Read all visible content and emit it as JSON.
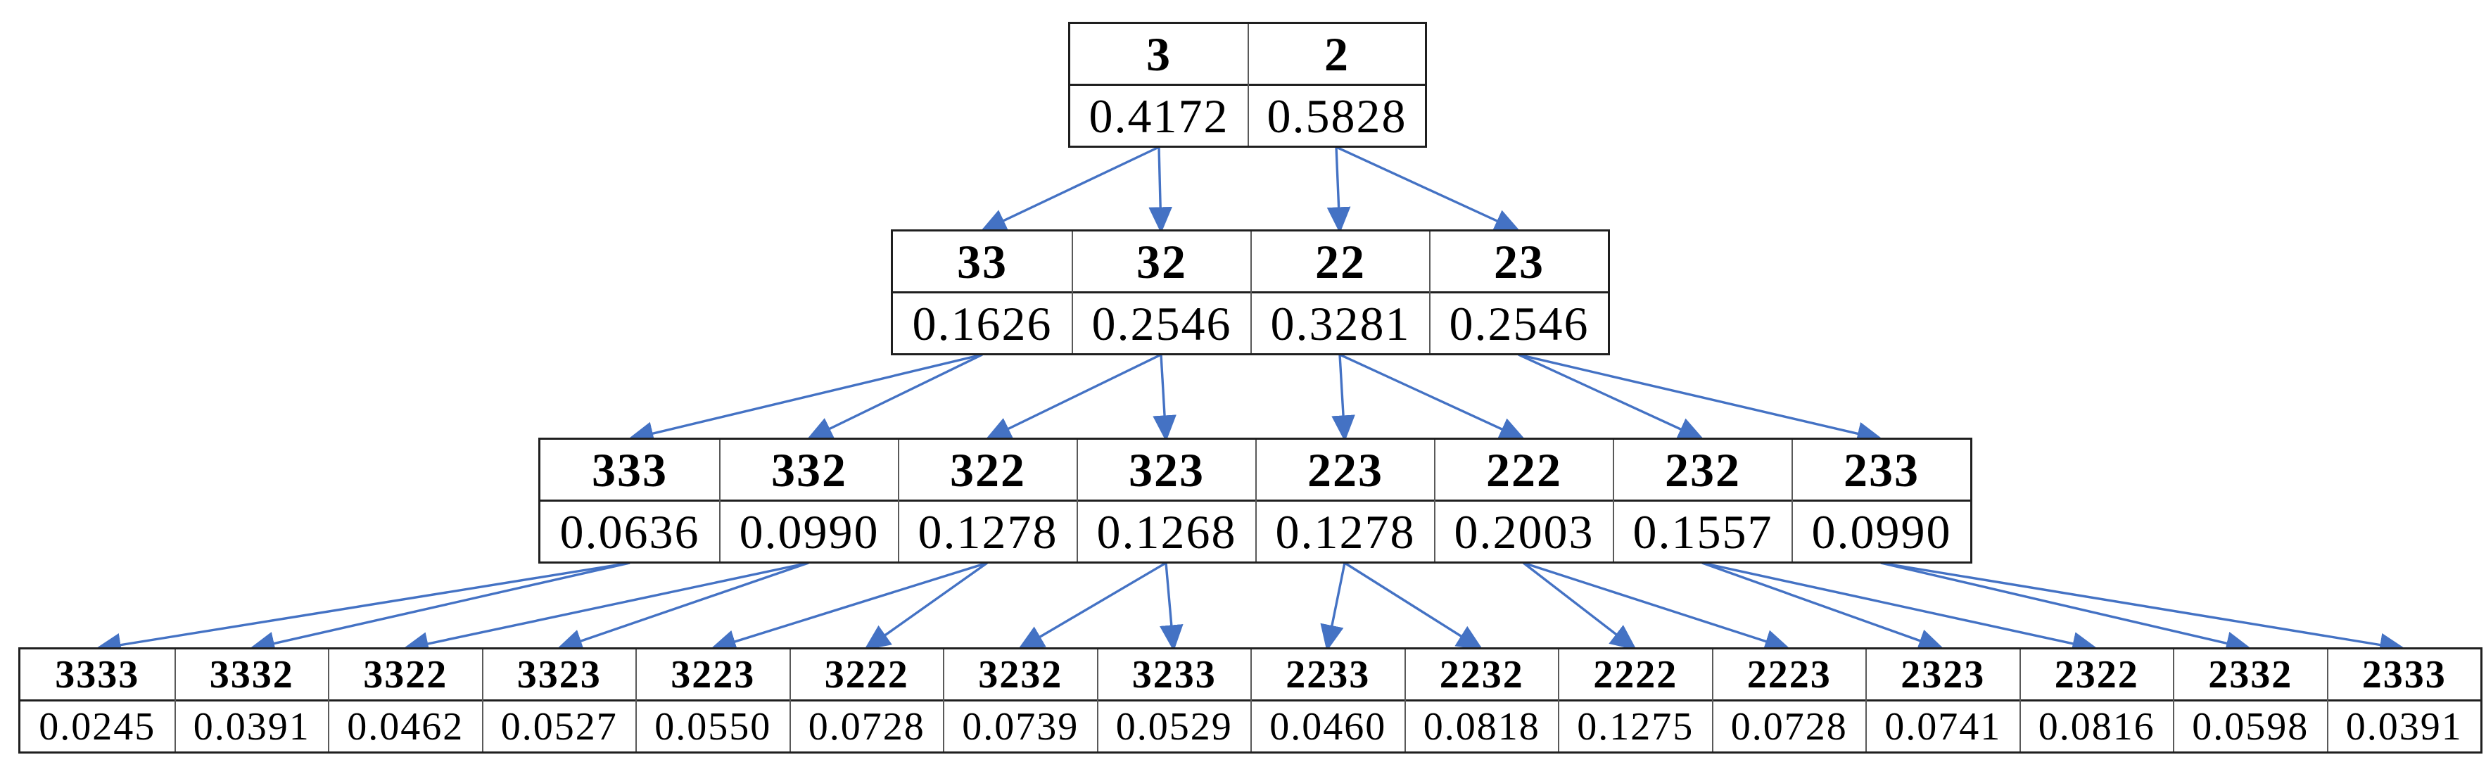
{
  "figure": {
    "background_color": "#ffffff",
    "arrow_color": "#4472C4",
    "outer_border_color": "#1f1f1f",
    "inner_border_color": "#595959",
    "text_color": "#000000"
  },
  "tree": {
    "levels": [
      {
        "cells": [
          {
            "seq": "3",
            "prob": "0.4172"
          },
          {
            "seq": "2",
            "prob": "0.5828"
          }
        ]
      },
      {
        "cells": [
          {
            "seq": "33",
            "prob": "0.1626"
          },
          {
            "seq": "32",
            "prob": "0.2546"
          },
          {
            "seq": "22",
            "prob": "0.3281"
          },
          {
            "seq": "23",
            "prob": "0.2546"
          }
        ]
      },
      {
        "cells": [
          {
            "seq": "333",
            "prob": "0.0636"
          },
          {
            "seq": "332",
            "prob": "0.0990"
          },
          {
            "seq": "322",
            "prob": "0.1278"
          },
          {
            "seq": "323",
            "prob": "0.1268"
          },
          {
            "seq": "223",
            "prob": "0.1278"
          },
          {
            "seq": "222",
            "prob": "0.2003"
          },
          {
            "seq": "232",
            "prob": "0.1557"
          },
          {
            "seq": "233",
            "prob": "0.0990"
          }
        ]
      },
      {
        "cells": [
          {
            "seq": "3333",
            "prob": "0.0245"
          },
          {
            "seq": "3332",
            "prob": "0.0391"
          },
          {
            "seq": "3322",
            "prob": "0.0462"
          },
          {
            "seq": "3323",
            "prob": "0.0527"
          },
          {
            "seq": "3223",
            "prob": "0.0550"
          },
          {
            "seq": "3222",
            "prob": "0.0728"
          },
          {
            "seq": "3232",
            "prob": "0.0739"
          },
          {
            "seq": "3233",
            "prob": "0.0529"
          },
          {
            "seq": "2233",
            "prob": "0.0460"
          },
          {
            "seq": "2232",
            "prob": "0.0818"
          },
          {
            "seq": "2222",
            "prob": "0.1275"
          },
          {
            "seq": "2223",
            "prob": "0.0728"
          },
          {
            "seq": "2323",
            "prob": "0.0741"
          },
          {
            "seq": "2322",
            "prob": "0.0816"
          },
          {
            "seq": "2332",
            "prob": "0.0598"
          },
          {
            "seq": "2333",
            "prob": "0.0391"
          }
        ]
      }
    ]
  }
}
